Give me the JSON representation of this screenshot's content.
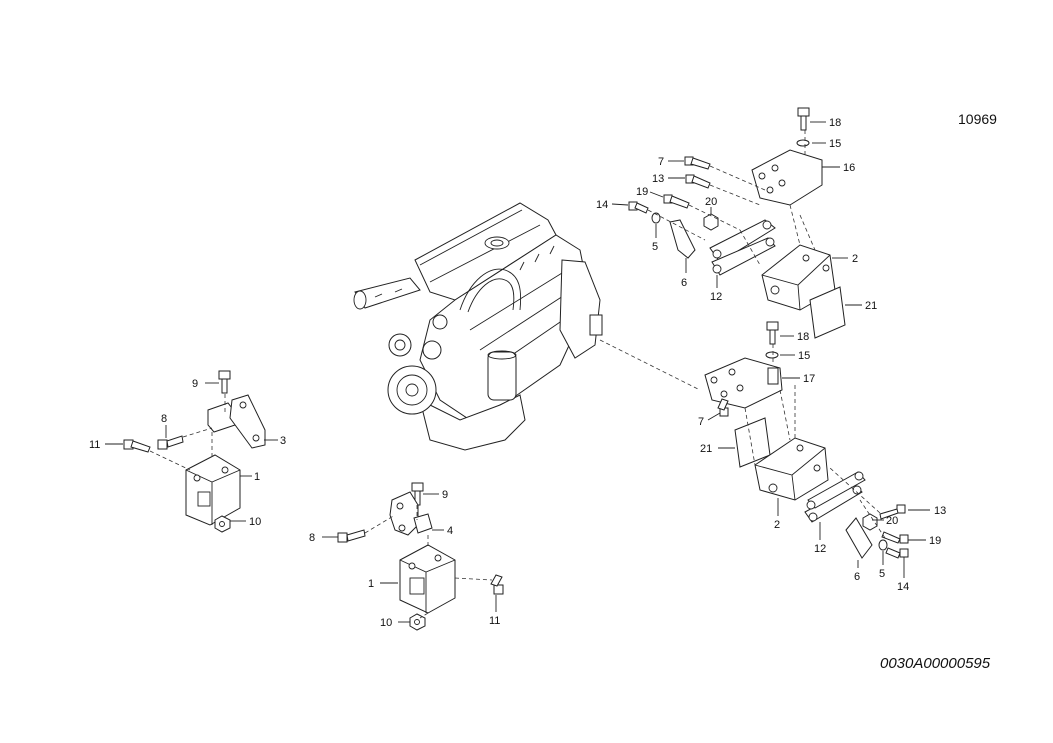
{
  "figure_id": "10969",
  "drawing_number": "0030A00000595",
  "callouts": {
    "left_mount": [
      "9",
      "8",
      "3",
      "11",
      "1",
      "10"
    ],
    "center_mount": [
      "9",
      "4",
      "8",
      "1",
      "11",
      "10"
    ],
    "upper_right_mount": [
      "18",
      "15",
      "7",
      "16",
      "13",
      "19",
      "14",
      "20",
      "5",
      "2",
      "6",
      "12",
      "21"
    ],
    "lower_right_mount": [
      "18",
      "15",
      "17",
      "7",
      "21",
      "13",
      "2",
      "20",
      "12",
      "19",
      "6",
      "5",
      "14"
    ]
  }
}
